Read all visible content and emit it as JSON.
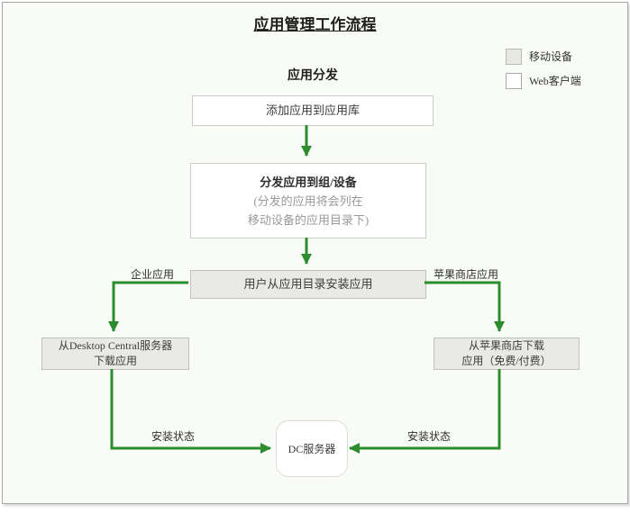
{
  "page": {
    "title": "应用管理工作流程",
    "subtitle": "应用分发"
  },
  "legend": {
    "items": [
      {
        "label": "移动设备",
        "swatch_color": "#e8e8e3"
      },
      {
        "label": "Web客户端",
        "swatch_color": "#ffffff"
      }
    ]
  },
  "nodes": {
    "add_app": {
      "label": "添加应用到应用库"
    },
    "distribute": {
      "title": "分发应用到组/设备",
      "note_line1": "(分发的应用将会列在",
      "note_line2": "移动设备的应用目录下)"
    },
    "install_from_catalog": {
      "label": "用户从应用目录安装应用"
    },
    "download_dc": {
      "line1": "从Desktop Central服务器",
      "line2": "下载应用"
    },
    "download_appstore": {
      "line1": "从苹果商店下载",
      "line2": "应用（免费/付费）"
    },
    "dc_server": {
      "label": "DC服务器"
    }
  },
  "edge_labels": {
    "enterprise_app": "企业应用",
    "apple_store_app": "苹果商店应用",
    "install_status_left": "安装状态",
    "install_status_right": "安装状态"
  },
  "colors": {
    "arrow_green": "#2d8c2d",
    "panel_background": "#f9fcf6",
    "gray_node_fill": "#e9e9e6",
    "white_node_fill": "#ffffff"
  }
}
